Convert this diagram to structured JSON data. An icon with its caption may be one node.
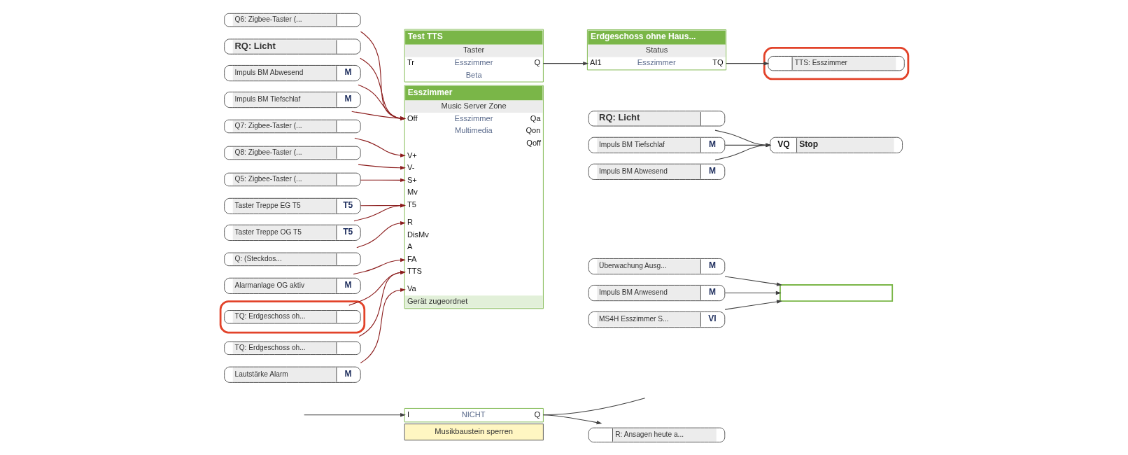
{
  "diagram": {
    "nodes": [
      {
        "text": [
          "Überwachung Ausg...",
          "M"
        ]
      },
      {
        "text": [
          "Impuls BM Anwesend",
          "M"
        ]
      },
      {
        "text": [
          "MS4H Esszimmer S...",
          "VI"
        ]
      },
      {
        "text": [],
        "shape": "box"
      },
      {
        "text": [
          "I",
          "NICHT",
          "Q",
          "Musikbaustein sperren"
        ]
      },
      {
        "text": [
          "R: Ansagen heute a..."
        ]
      },
      {
        "text": [
          "Esszimmer",
          "Music Server Zone",
          "Off",
          "Esszimmer",
          "Qa",
          "Multimedia",
          "Qon",
          "Qoff",
          "V+",
          "V-",
          "S+",
          "Mv",
          "T5",
          "R",
          "DisMv",
          "A",
          "FA",
          "TTS",
          "Va",
          "Gerät zugeordnet"
        ]
      },
      {
        "text": [
          "Q6: Zigbee-Taster (..."
        ]
      },
      {
        "text": [
          "RQ: Licht"
        ]
      },
      {
        "text": [
          "Impuls BM Abwesend",
          "M"
        ]
      },
      {
        "text": [
          "Impuls BM Tiefschlaf",
          "M"
        ]
      },
      {
        "text": [
          "Q7: Zigbee-Taster (..."
        ]
      },
      {
        "text": [
          "Q8: Zigbee-Taster (..."
        ]
      },
      {
        "text": [
          "Q5: Zigbee-Taster (..."
        ]
      },
      {
        "text": [
          "Taster Treppe EG T5",
          "T5"
        ]
      },
      {
        "text": [
          "Taster Treppe OG T5",
          "T5"
        ]
      },
      {
        "text": [
          "Q: (Steckdos..."
        ]
      },
      {
        "text": [
          "Alarmanlage OG aktiv",
          "M"
        ]
      },
      {
        "text": [],
        "shape": "box"
      },
      {
        "text": [
          "TQ: Erdgeschoss oh..."
        ],
        "in": 18
      },
      {
        "text": [
          "TQ: Erdgeschoss oh..."
        ]
      },
      {
        "text": [
          "Lautstärke Alarm",
          "M"
        ]
      },
      {
        "text": [
          "RQ: Licht"
        ]
      },
      {
        "text": [
          "Impuls BM Tiefschlaf",
          "M"
        ]
      },
      {
        "text": [
          "Impuls BM Abwesend",
          "M"
        ]
      },
      {
        "text": [
          "VQ",
          "Stop"
        ]
      },
      {
        "text": [
          "Test TTS",
          "Taster",
          "Tr",
          "Esszimmer",
          "Q",
          "Beta"
        ]
      },
      {
        "text": [
          "Erdgeschoss ohne Haus...",
          "Status",
          "AI1",
          "Esszimmer",
          "TQ"
        ]
      },
      {
        "text": [],
        "shape": "box"
      },
      {
        "text": [
          "TTS: Esszimmer"
        ],
        "in": 28
      }
    ],
    "edges": [
      {
        "from": 0,
        "to": 3,
        "arrow": "to",
        "color": "#404040"
      },
      {
        "from": 1,
        "to": 3,
        "arrow": "to",
        "color": "#404040"
      },
      {
        "from": 2,
        "to": 3,
        "arrow": "to",
        "color": "#404040"
      },
      {
        "from": 4,
        "to": null,
        "arrow": "none",
        "color": "#404040"
      },
      {
        "from": null,
        "to": 4,
        "arrow": "to",
        "color": "#404040"
      },
      {
        "from": 4,
        "to": 5,
        "arrow": "to",
        "color": "#404040"
      },
      {
        "from": 7,
        "to": 6,
        "arrow": "to"
      },
      {
        "from": 8,
        "to": 6,
        "arrow": "to"
      },
      {
        "from": 9,
        "to": 6,
        "arrow": "to"
      },
      {
        "from": 10,
        "to": 6,
        "arrow": "to"
      },
      {
        "from": 11,
        "to": 6,
        "arrow": "to"
      },
      {
        "from": 12,
        "to": 6,
        "arrow": "to"
      },
      {
        "from": 13,
        "to": 6,
        "arrow": "to"
      },
      {
        "from": 14,
        "to": 6,
        "arrow": "to"
      },
      {
        "from": 15,
        "to": 6,
        "arrow": "to"
      },
      {
        "from": 16,
        "to": 6,
        "arrow": "to"
      },
      {
        "from": 17,
        "to": 6,
        "arrow": "to"
      },
      {
        "from": 19,
        "to": 6,
        "arrow": "to"
      },
      {
        "from": 20,
        "to": 6,
        "arrow": "to"
      },
      {
        "from": 21,
        "to": 6,
        "arrow": "to"
      },
      {
        "from": 22,
        "to": 25,
        "arrow": "to",
        "color": "#404040"
      },
      {
        "from": 23,
        "to": 25,
        "arrow": "to",
        "color": "#404040"
      },
      {
        "from": 24,
        "to": 25,
        "arrow": "to",
        "color": "#404040"
      },
      {
        "from": 26,
        "to": 27,
        "arrow": "to",
        "color": "#404040"
      },
      {
        "from": 27,
        "to": 29,
        "arrow": "to",
        "color": "#404040"
      }
    ]
  }
}
